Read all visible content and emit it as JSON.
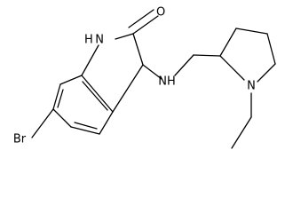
{
  "molecule": {
    "atoms": {
      "o": "O",
      "nh_ring": "H N",
      "nh_amine": "NH",
      "n_pyrrolidine": "N",
      "br": "Br"
    }
  }
}
